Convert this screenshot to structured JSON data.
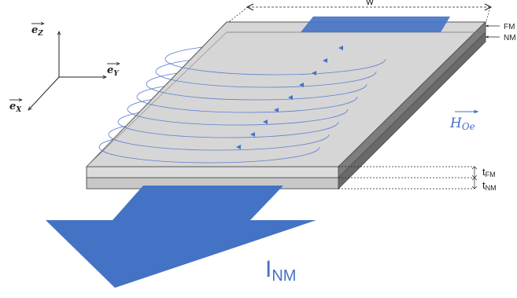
{
  "axes": {
    "ez": {
      "base": "e",
      "sub": "Z"
    },
    "ey": {
      "base": "e",
      "sub": "Y"
    },
    "ex": {
      "base": "e",
      "sub": "X"
    }
  },
  "labels": {
    "width": "w",
    "fm_layer": "FM",
    "nm_layer": "NM",
    "t_fm_base": "t",
    "t_fm_sub": "FM",
    "t_nm_base": "t",
    "t_nm_sub": "NM",
    "h_oe_base": "H",
    "h_oe_sub": "Oe",
    "i_nm_base": "I",
    "i_nm_sub": "NM"
  },
  "colors": {
    "field_blue": "#4a72c4",
    "arrow_blue": "#4472c4",
    "slab_top": "#d4d4d4",
    "slab_side": "#7a7a7a",
    "slab_front": "#d9d9d9"
  }
}
